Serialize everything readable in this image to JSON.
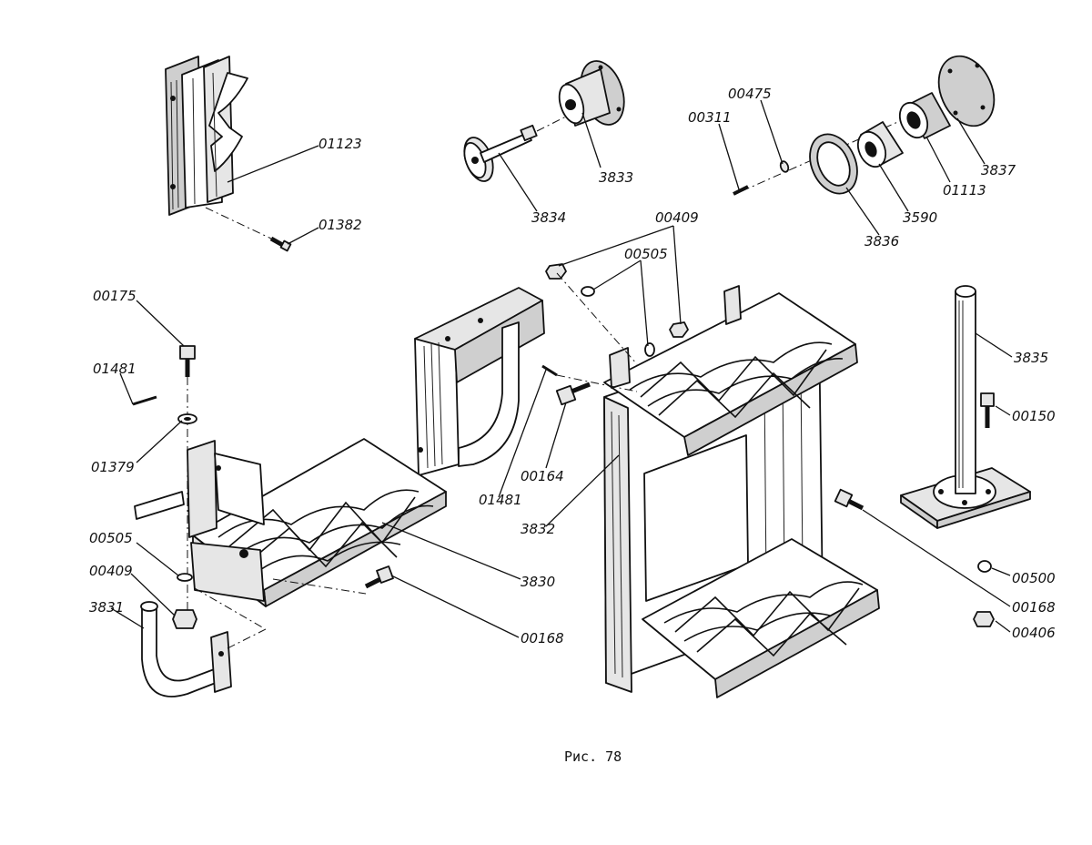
{
  "caption": "Рис. 78",
  "callouts": [
    "01123",
    "01382",
    "3834",
    "3833",
    "00311",
    "00475",
    "3836",
    "3590",
    "01113",
    "3837",
    "00409",
    "00505",
    "00175",
    "01481",
    "01379",
    "00164",
    "01481",
    "3832",
    "3830",
    "00505",
    "00409",
    "3831",
    "00168",
    "3835",
    "00150",
    "00500",
    "00168",
    "00406"
  ]
}
